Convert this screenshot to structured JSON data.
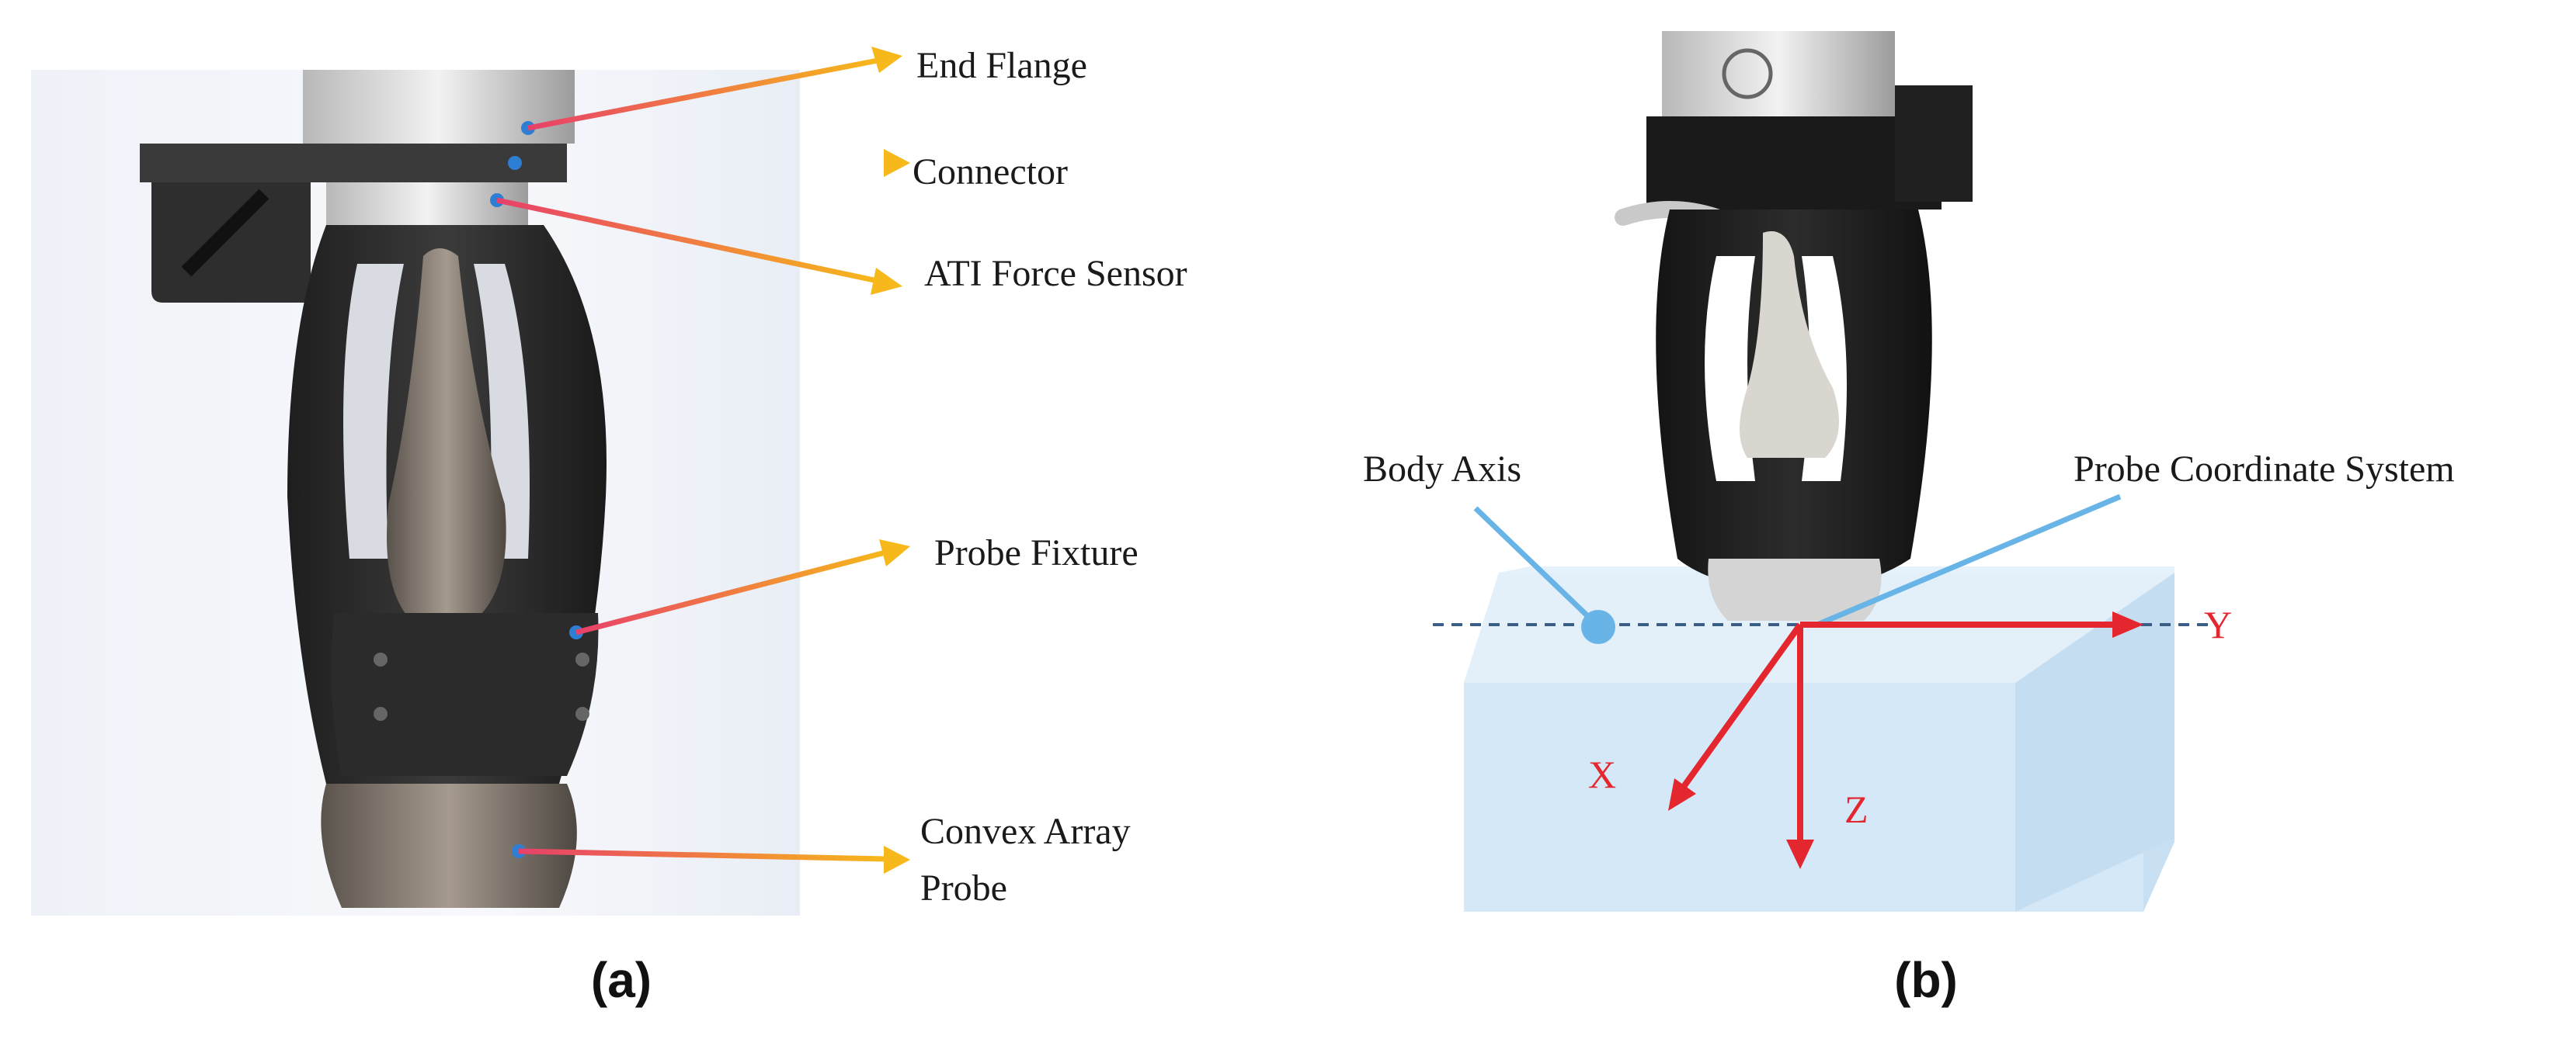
{
  "panel_a": {
    "caption": "(a)",
    "callouts": {
      "end_flange": "End Flange",
      "connector": "Connector",
      "force_sensor": "ATI Force Sensor",
      "probe_fixture": "Probe Fixture",
      "probe_line1": "Convex Array",
      "probe_line2": "Probe"
    }
  },
  "panel_b": {
    "caption": "(b)",
    "body_axis_label": "Body Axis",
    "probe_cs_label": "Probe Coordinate System",
    "axes": {
      "x": "X",
      "y": "Y",
      "z": "Z"
    }
  },
  "colors": {
    "arrow_head": "#f6b81a",
    "arrow_tail": "#e8406a",
    "axis_red": "#e4262e",
    "leader_blue": "#69b4e6",
    "dot_blue": "#2e7fd3",
    "block_face": "#d5e8f7",
    "block_top": "#e6f2fb",
    "block_side": "#c3dcf0"
  }
}
